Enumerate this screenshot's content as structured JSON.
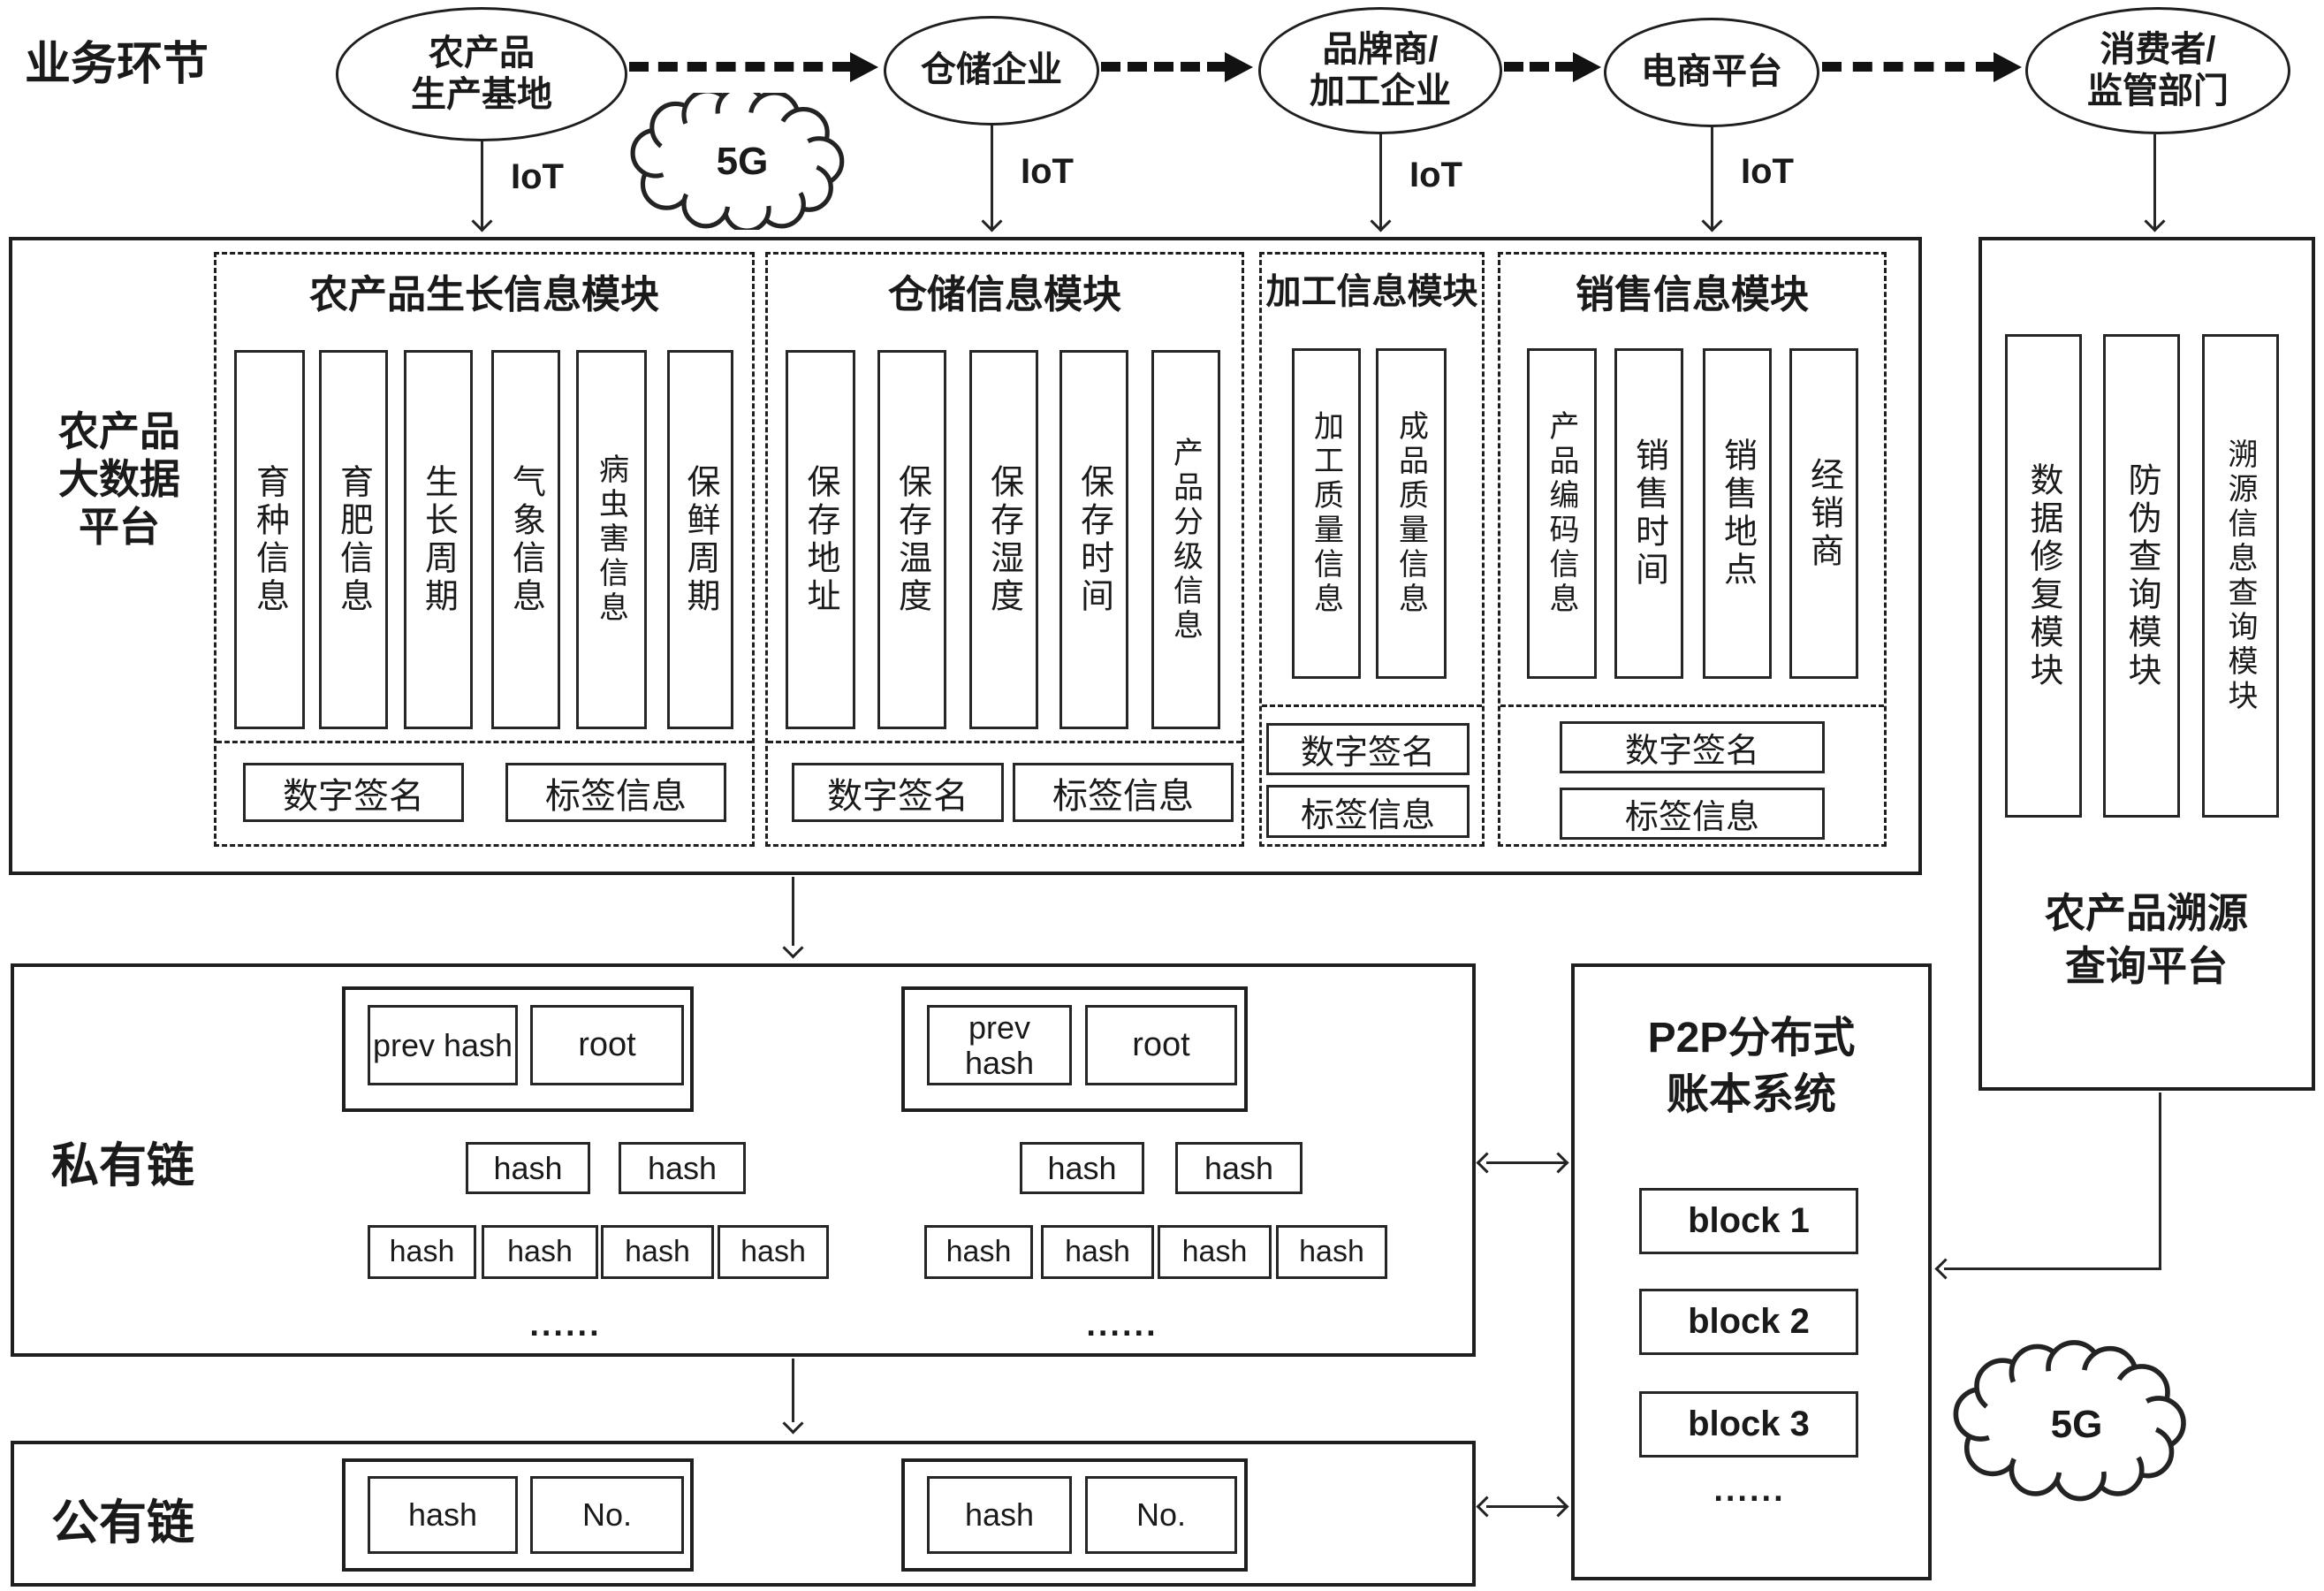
{
  "header": {
    "label": "业务环节"
  },
  "flow": {
    "nodes": [
      {
        "line1": "农产品",
        "line2": "生产基地"
      },
      {
        "line1": "仓储企业",
        "line2": ""
      },
      {
        "line1": "品牌商/",
        "line2": "加工企业"
      },
      {
        "line1": "电商平台",
        "line2": ""
      },
      {
        "line1": "消费者/",
        "line2": "监管部门"
      }
    ],
    "iot_label": "IoT",
    "cloud_label": "5G"
  },
  "platform": {
    "label_lines": [
      "农产品",
      "大数据",
      "平台"
    ],
    "modules": [
      {
        "title": "农产品生长信息模块",
        "columns": [
          "育种信息",
          "育肥信息",
          "生长周期",
          "气象信息",
          "病虫害信息",
          "保鲜周期"
        ],
        "signature": "数字签名",
        "tag": "标签信息"
      },
      {
        "title": "仓储信息模块",
        "columns": [
          "保存地址",
          "保存温度",
          "保存湿度",
          "保存时间",
          "产品分级信息"
        ],
        "signature": "数字签名",
        "tag": "标签信息"
      },
      {
        "title": "加工信息模块",
        "columns": [
          "加工质量信息",
          "成品质量信息"
        ],
        "signature": "数字签名",
        "tag": "标签信息"
      },
      {
        "title": "销售信息模块",
        "columns": [
          "产品编码信息",
          "销售时间",
          "销售地点",
          "经销商"
        ],
        "signature": "数字签名",
        "tag": "标签信息"
      }
    ]
  },
  "private_chain": {
    "label": "私有链",
    "prev_label": "prev hash",
    "root_label": "root",
    "hash_label": "hash",
    "dots": "......"
  },
  "public_chain": {
    "label": "公有链",
    "hash_label": "hash",
    "no_label": "No."
  },
  "p2p": {
    "title1": "P2P分布式",
    "title2": "账本系统",
    "blocks": [
      "block 1",
      "block 2",
      "block 3"
    ],
    "dots": "......"
  },
  "query": {
    "modules": [
      "数据修复模块",
      "防伪查询模块",
      "溯源信息查询模块"
    ],
    "title1": "农产品溯源",
    "title2": "查询平台"
  },
  "colors": {
    "ink": "#1a1a1a",
    "line_gray": "#8f8f8f",
    "bg": "#ffffff"
  }
}
